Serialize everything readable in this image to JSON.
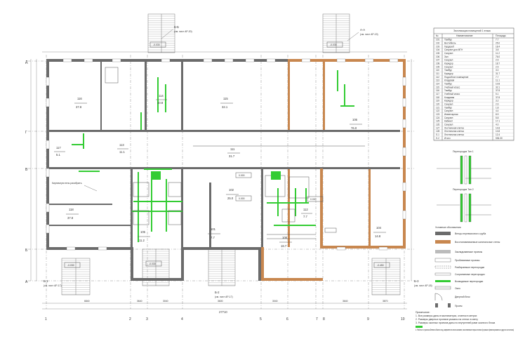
{
  "axes": {
    "numbers": [
      "1",
      "2",
      "3",
      "4",
      "5",
      "6",
      "7",
      "8",
      "9",
      "10"
    ],
    "letters": [
      "Д",
      "Г",
      "В",
      "Б",
      "А"
    ]
  },
  "dimensions": {
    "total": "27710",
    "segments": [
      "6840",
      "3640",
      "3040",
      "3600",
      "3040",
      "3640",
      "3870"
    ]
  },
  "sections": [
    {
      "label": "Б-Б",
      "note": "(см. лист АР-20)"
    },
    {
      "label": "А-А",
      "note": "(см. лист АР-19)"
    },
    {
      "label": "Б-1",
      "note": "(см. лист АР-17)"
    },
    {
      "label": "Б-2",
      "note": "(см. лист АР-17)"
    },
    {
      "label": "Б-3",
      "note": "(см. лист АР-18)"
    }
  ],
  "level_marks": [
    "-0.030",
    "-0.030",
    "-0.030",
    "-0.030",
    "-0.450",
    "0.000",
    "0.000",
    "0.000"
  ],
  "rooms": [
    {
      "num": "116",
      "area": "37.8"
    },
    {
      "num": "115",
      "area": "32.1"
    },
    {
      "num": "114",
      "area": "10.8"
    },
    {
      "num": "106",
      "area": "76.0"
    },
    {
      "num": "111",
      "area": "31.7"
    },
    {
      "num": "118",
      "area": "37.8"
    },
    {
      "num": "102",
      "area": "25.0"
    },
    {
      "num": "105",
      "area": "11.2"
    },
    {
      "num": "108",
      "area": "18.7"
    },
    {
      "num": "104",
      "area": "14.8"
    },
    {
      "num": "101",
      "area": "7.7"
    },
    {
      "num": "117",
      "area": "5.1"
    },
    {
      "num": "113",
      "area": "11.1"
    },
    {
      "num": "112",
      "area": "7.7"
    }
  ],
  "annotations": {
    "stove": "Кирпичную печь разобрать",
    "partition1": "Перегородка Тип 1",
    "partition2": "Перегородка Тип 2",
    "legend_title": "Условные обозначения"
  },
  "explication": {
    "title": "Экспликация помещений 1 этажа",
    "headers": [
      "№",
      "Наименование",
      "Площадь"
    ],
    "rows": [
      [
        "101",
        "Тамбур",
        "7.7"
      ],
      [
        "102",
        "Вестибюль",
        "25.0"
      ],
      [
        "103",
        "Гардероб",
        "18.4"
      ],
      [
        "104",
        "Санузел для МГН",
        "3.8"
      ],
      [
        "105",
        "Санузел",
        "11.2"
      ],
      [
        "106",
        "Зал",
        "76.0"
      ],
      [
        "107",
        "Санузел",
        "2.5"
      ],
      [
        "108",
        "Коридор",
        "18.7"
      ],
      [
        "109",
        "Санузел",
        "2.5"
      ],
      [
        "110",
        "Тамбур",
        "3.0"
      ],
      [
        "111",
        "Коридор",
        "31.7"
      ],
      [
        "112",
        "Подсобное помещение",
        "7.7"
      ],
      [
        "113",
        "Кладовая",
        "11.1"
      ],
      [
        "114",
        "Тамбур",
        "10.8"
      ],
      [
        "115",
        "Учебный класс",
        "32.1"
      ],
      [
        "116",
        "Тамбур",
        "37.8"
      ],
      [
        "117",
        "Учебный класс",
        "5.1"
      ],
      [
        "118",
        "Кладовая",
        "37.8"
      ],
      [
        "119",
        "Коридор",
        "3.2"
      ],
      [
        "120",
        "Санузел",
        "2.6"
      ],
      [
        "121",
        "Тамбур",
        "1.8"
      ],
      [
        "122",
        "Санузел",
        "4.4"
      ],
      [
        "123",
        "Инвентарная",
        "8.9"
      ],
      [
        "124",
        "Санузел",
        "5.8"
      ],
      [
        "125",
        "Кабинет",
        "17.1"
      ],
      [
        "126",
        "Санузел",
        "4.0"
      ],
      [
        "127",
        "Лестничная клетка",
        "14.8"
      ],
      [
        "128",
        "Лестничная клетка",
        "10.8"
      ],
      [
        "Л-1",
        "Лестничная клетка",
        "12.4"
      ],
      [
        "Л-2",
        "Итого:",
        "536.30"
      ]
    ]
  },
  "legend": [
    "Венцы перевязочного сруба",
    "Восстанавливаемые капитальные стены",
    "Закладываемые проемы",
    "Пробиваемые проемы",
    "Разбираемые перегородки",
    "Сохраняемые перегородки",
    "Возводимые перегородки",
    "Окно",
    "Дверной блок",
    "Проем"
  ],
  "notes": {
    "title": "Примечание:",
    "items": [
      "1. Все размеры даны в миллиметрах, отметки в метрах",
      "2. Размеры дверных проемов указаны на стенах в свету",
      "3. Размеры оконных проемов даны по внутренней раме оконного блока",
      "4. Работы по приспособлению объекта под современное использование, выполняемые вторым этапом (в рамках финансирования из другого источника)"
    ]
  }
}
